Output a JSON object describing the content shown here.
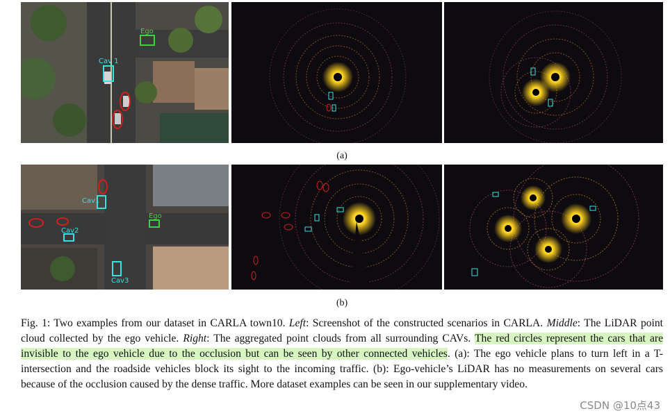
{
  "figure": {
    "label_a": "(a)",
    "label_b": "(b)",
    "panels_a": {
      "scene_labels": {
        "ego": "Ego",
        "cav1": "Cav 1"
      }
    },
    "panels_b": {
      "scene_labels": {
        "ego": "Ego",
        "cav1": "Cav1",
        "cav2": "Cav2",
        "cav3": "Cav3"
      }
    },
    "colors": {
      "cav_box": "#3be0e0",
      "ego_box": "#3ed33e",
      "occluded_circle": "#d0201e",
      "lidar_hot": "#ffd21e",
      "lidar_far": "#c0308a",
      "bg_dark": "#0e0b10"
    }
  },
  "caption": {
    "fig_no": "Fig. 1:",
    "t1": " Two examples from our dataset in CARLA town10. ",
    "left": "Left",
    "t2": ": Screenshot of the constructed scenarios in CARLA. ",
    "middle": "Middle",
    "t3": ": The LiDAR point cloud collected by the ego vehicle. ",
    "right": "Right",
    "t4": ": The aggregated point clouds from all surrounding CAVs. ",
    "highlight": "The red circles represent the cars that are invisible to the ego vehicle due to the occlusion but can be seen by other connected vehicles",
    "t5": ". (a): The ego vehicle plans to turn left in a T-intersection and the roadside vehicles block its sight to the incoming traffic. (b): Ego-vehicle’s LiDAR has no measurements on several cars because of the occlusion caused by the dense traffic. More dataset examples can be seen in our supplementary video."
  },
  "watermark": "CSDN @10点43"
}
